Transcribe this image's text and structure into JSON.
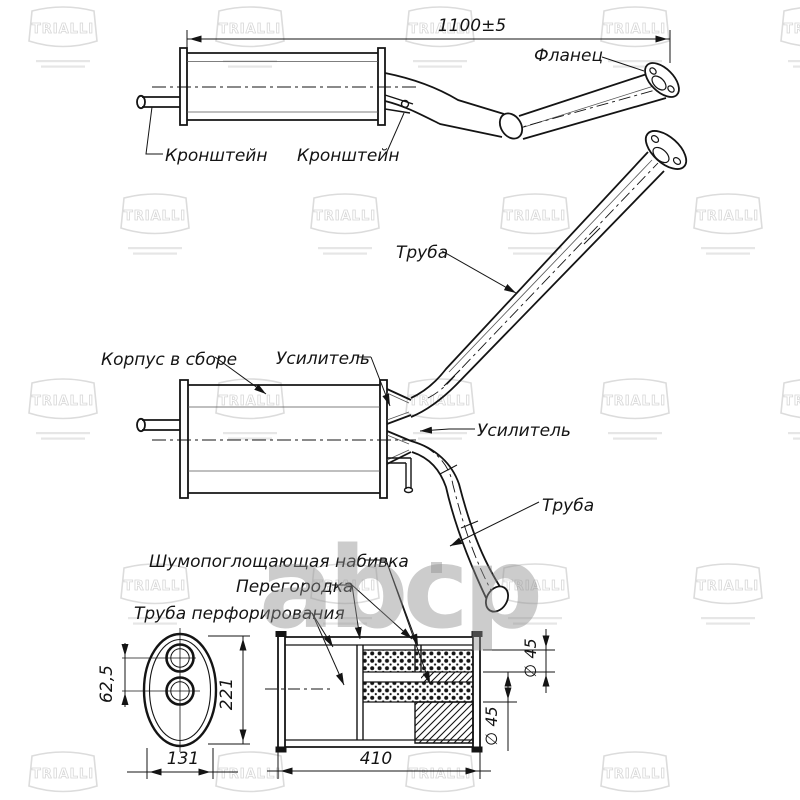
{
  "watermarks": {
    "brand": "TRIALLI",
    "center_logo": "abcp"
  },
  "top_view": {
    "dim_length": "1100±5",
    "flange_label": "Фланец",
    "bracket_label_1": "Кронштейн",
    "bracket_label_2": "Кронштейн"
  },
  "middle_view": {
    "pipe_label_1": "Труба",
    "body_label": "Корпус в сборе",
    "reinforcement_label_1": "Усилитель",
    "reinforcement_label_2": "Усилитель",
    "pipe_label_2": "Труба"
  },
  "section_view": {
    "stuffing_label": "Шумопоглощающая набивка",
    "baffle_label": "Перегородка",
    "perforated_pipe_label": "Труба перфорирования",
    "dim_hole_spacing": "62,5",
    "dim_height": "221",
    "dim_width": "131",
    "dim_length": "410",
    "dim_pipe_1": "∅ 45",
    "dim_pipe_2": "∅ 45"
  }
}
